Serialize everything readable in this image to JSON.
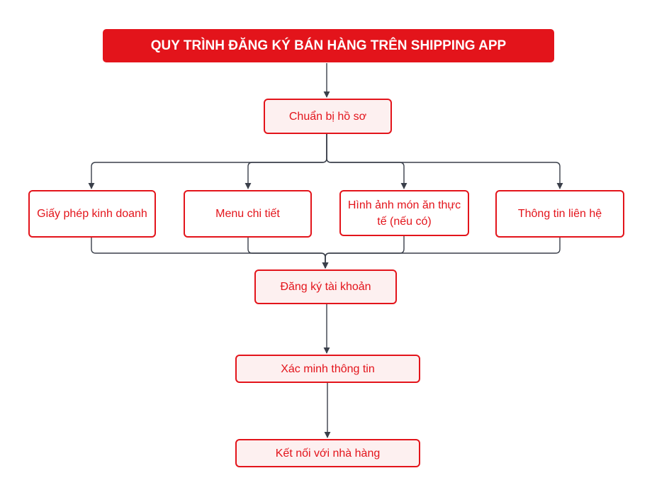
{
  "colors": {
    "accent": "#e3141b",
    "box_fill": "#fdf0f0",
    "box_fill_white": "#ffffff",
    "connector": "#3a3f4a"
  },
  "title": "QUY TRÌNH ĐĂNG KÝ BÁN HÀNG TRÊN SHIPPING APP",
  "nodes": {
    "prepare": "Chuẩn bị hồ sơ",
    "license": "Giấy phép kinh doanh",
    "menu": "Menu chi tiết",
    "photos": "Hình ảnh món ăn thực tế (nếu có)",
    "contact": "Thông tin liên hệ",
    "register": "Đăng ký tài khoản",
    "verify": "Xác minh thông tin",
    "connect": "Kết nối với nhà hàng"
  }
}
